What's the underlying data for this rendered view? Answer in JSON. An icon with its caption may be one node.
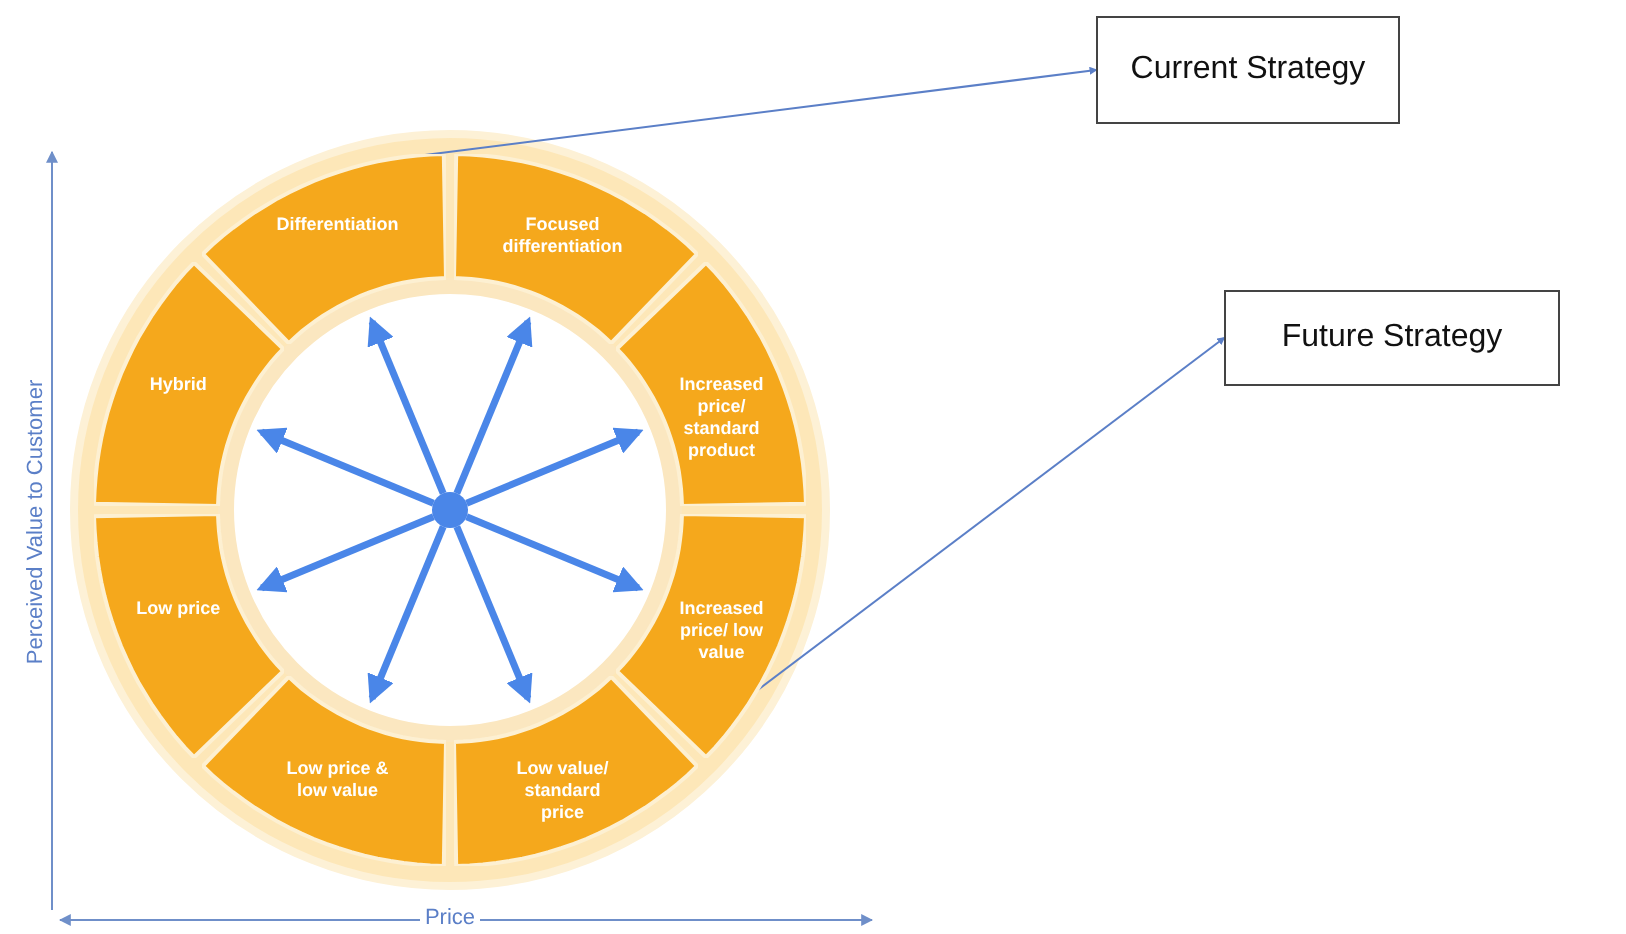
{
  "diagram": {
    "nodes": [
      {
        "text": [
          "Differentiation"
        ]
      },
      {
        "text": [
          "Focused differentiation"
        ]
      },
      {
        "text": [
          "Increased price/ standard product"
        ]
      },
      {
        "text": [
          "Increased price/ low value"
        ]
      },
      {
        "text": [
          "Low value/ standard price"
        ]
      },
      {
        "text": [
          "Low price & low value"
        ]
      },
      {
        "text": [
          "Low price"
        ]
      },
      {
        "text": [
          "Hybrid"
        ]
      },
      {
        "text": [],
        "shape": "circle"
      },
      {
        "text": [
          "Current Strategy"
        ]
      },
      {
        "text": [
          "Future Strategy"
        ]
      }
    ],
    "edges": [
      {
        "from": 0,
        "to": 9,
        "arrow": "to",
        "color": "#5b7fc7"
      },
      {
        "from": 3,
        "to": 10,
        "arrow": "to",
        "color": "#5b7fc7"
      },
      {
        "from": 8,
        "to": 1,
        "arrow": "to"
      },
      {
        "from": 8,
        "to": 0,
        "arrow": "to"
      },
      {
        "from": 8,
        "to": 2,
        "arrow": "to"
      },
      {
        "from": 8,
        "to": 7,
        "arrow": "to"
      },
      {
        "from": 8,
        "to": 3,
        "arrow": "to"
      },
      {
        "from": 8,
        "to": 6,
        "arrow": "to"
      },
      {
        "from": 8,
        "to": 4,
        "arrow": "to"
      },
      {
        "from": 8,
        "to": 5,
        "arrow": "to"
      }
    ],
    "labels": [
      "Perceived Value to Customer",
      "Price"
    ]
  }
}
